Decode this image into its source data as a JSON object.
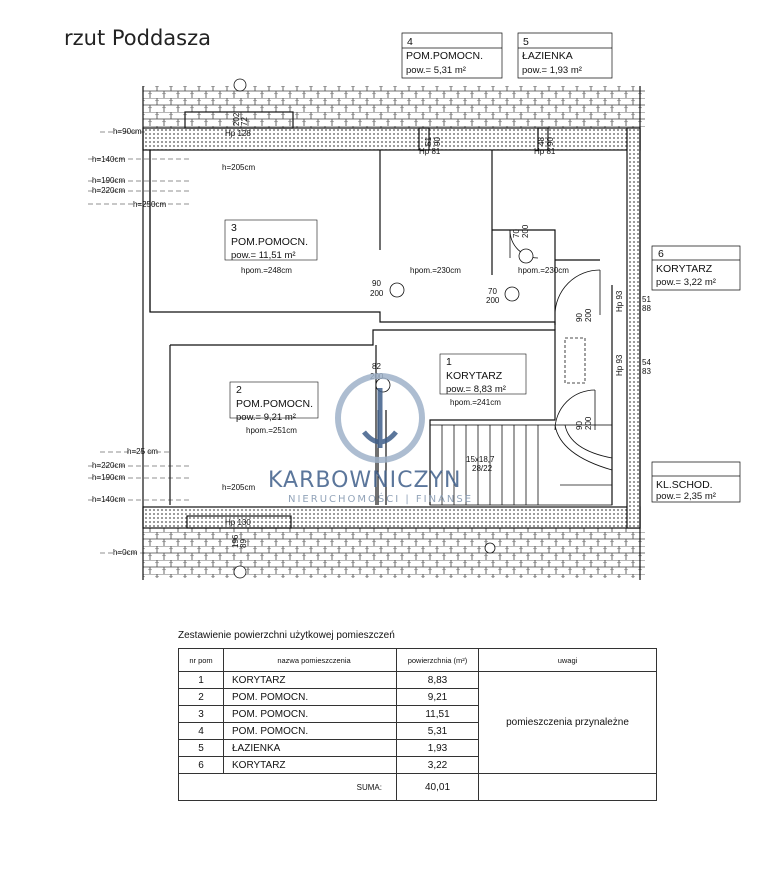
{
  "title": "rzut Poddasza",
  "rooms": [
    {
      "nr": "1",
      "name": "KORYTARZ",
      "area": "pow.= 8,83 m²",
      "height": "hpom.=241cm"
    },
    {
      "nr": "2",
      "name": "POM.POMOCN.",
      "area": "pow.= 9,21 m²",
      "height": "hpom.=251cm"
    },
    {
      "nr": "3",
      "name": "POM.POMOCN.",
      "area": "pow.= 11,51 m²",
      "height": "hpom.=248cm"
    },
    {
      "nr": "4",
      "name": "POM.POMOCN.",
      "area": "pow.= 5,31 m²"
    },
    {
      "nr": "5",
      "name": "ŁAZIENKA",
      "area": "pow.= 1,93 m²"
    },
    {
      "nr": "6",
      "name": "KORYTARZ",
      "area": "pow.= 3,22 m²"
    },
    {
      "nr": "",
      "name": "KL.SCHOD.",
      "area": "pow.= 2,35 m²"
    }
  ],
  "plan_labels": {
    "h205_top": "h=205cm",
    "h205_bottom": "h=205cm",
    "hpom230_a": "hpom.=230cm",
    "hpom230_b": "hpom.=230cm",
    "hp128": "Hp 128",
    "hp130": "Hp 130",
    "hp81_a": "Hp 81",
    "hp81_b": "Hp 81",
    "hp93_a": "Hp 93",
    "hp93_b": "Hp 93",
    "d90_200_a": "90",
    "d90_200_a2": "200",
    "d70_200": "70",
    "d70_200_2": "200",
    "stairs": "15x18,7",
    "stairs2": "28/22",
    "w202": "202",
    "w72": "72",
    "w51": "51",
    "w90": "90",
    "w48": "48",
    "w90b": "90",
    "w82": "82",
    "w200c": "200",
    "w196": "196",
    "w89": "89",
    "w51r": "51",
    "w88r": "88",
    "w54r": "54",
    "w83r": "83",
    "d90v": "90",
    "d200v": "200",
    "d90v2": "90",
    "d200v2": "200",
    "d70v": "70",
    "d200v3": "200"
  },
  "levels_left": [
    "h=90cm",
    "h=140cm",
    "h=190cm",
    "h=220cm",
    "h=250cm"
  ],
  "levels_left_bottom": [
    "h=25 cm",
    "h=220cm",
    "h=190cm",
    "h=140cm",
    "h=0cm"
  ],
  "watermark": {
    "brand": "KARBOWNICZYN",
    "tagline": "NIERUCHOMOŚCI | FINANSE"
  },
  "table": {
    "title": "Zestawienie powierzchni użytkowej pomieszczeń",
    "headers": {
      "nr": "nr pom",
      "name": "nazwa pomieszczenia",
      "area": "powierzchnia (m²)",
      "notes": "uwagi"
    },
    "rows": [
      {
        "nr": "1",
        "name": "KORYTARZ",
        "area": "8,83"
      },
      {
        "nr": "2",
        "name": "POM. POMOCN.",
        "area": "9,21"
      },
      {
        "nr": "3",
        "name": "POM. POMOCN.",
        "area": "11,51"
      },
      {
        "nr": "4",
        "name": "POM. POMOCN.",
        "area": "5,31"
      },
      {
        "nr": "5",
        "name": "ŁAZIENKA",
        "area": "1,93"
      },
      {
        "nr": "6",
        "name": "KORYTARZ",
        "area": "3,22"
      }
    ],
    "notes_text": "pomieszczenia przynależne",
    "sum_label": "SUMA:",
    "sum_value": "40,01"
  },
  "colors": {
    "line": "#111111",
    "watermark": "#3f5f8a",
    "watermark_light": "#9fb2c9"
  }
}
